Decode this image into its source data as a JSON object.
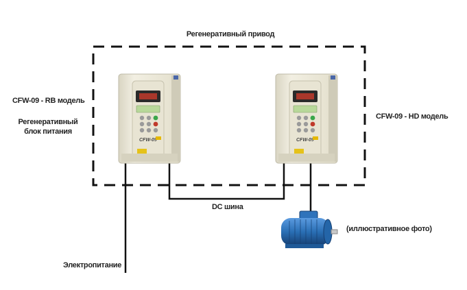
{
  "title": "Регенеративный привод",
  "left_device": {
    "model_label": "CFW-09 - RB модель",
    "description_line1": "Регенеративный",
    "description_line2": "блок питания",
    "brand_text": "CFW-09"
  },
  "right_device": {
    "model_label": "CFW-09 - HD модель",
    "brand_text": "CFW-09"
  },
  "dc_bus_label": "DC шина",
  "power_supply_label": "Электропитание",
  "motor_caption": "(иллюстративное фото)",
  "colors": {
    "line": "#111111",
    "drive_body": "#ece8d8",
    "display": "#2a2a2a",
    "lcd": "#b8d89a",
    "motor": "#2a6fb5"
  }
}
